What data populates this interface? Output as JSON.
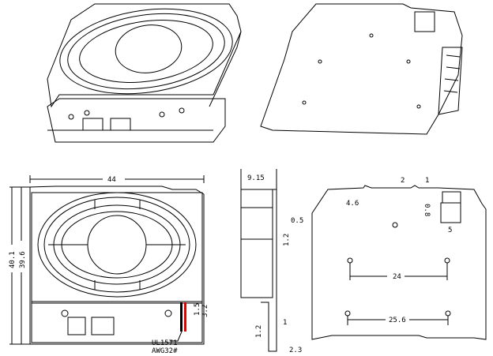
{
  "front_view": {
    "width_label": "44",
    "height_outer_label": "40.1",
    "height_inner_label": "39.6",
    "wire_gap_label": "1.5",
    "wire_width_label": "3.2",
    "wire_spec_1": "UL1571",
    "wire_spec_2": "AWG32#"
  },
  "side_view": {
    "thickness_label": "9.15",
    "tab_label": "0.5",
    "tab_pos_label": "1.2",
    "pin_label": "1",
    "pin_pos_label": "1.2",
    "base_label": "2.3"
  },
  "back_view": {
    "notch_label": "2",
    "notch_width_label": "1",
    "slot_label": "4.6",
    "connector_offset_label": "0.8",
    "connector_width_label": "5",
    "hole_spacing_upper_label": "24",
    "hole_spacing_lower_label": "25.6"
  },
  "colors": {
    "wire_red": "#e00000",
    "wire_black": "#000000"
  }
}
